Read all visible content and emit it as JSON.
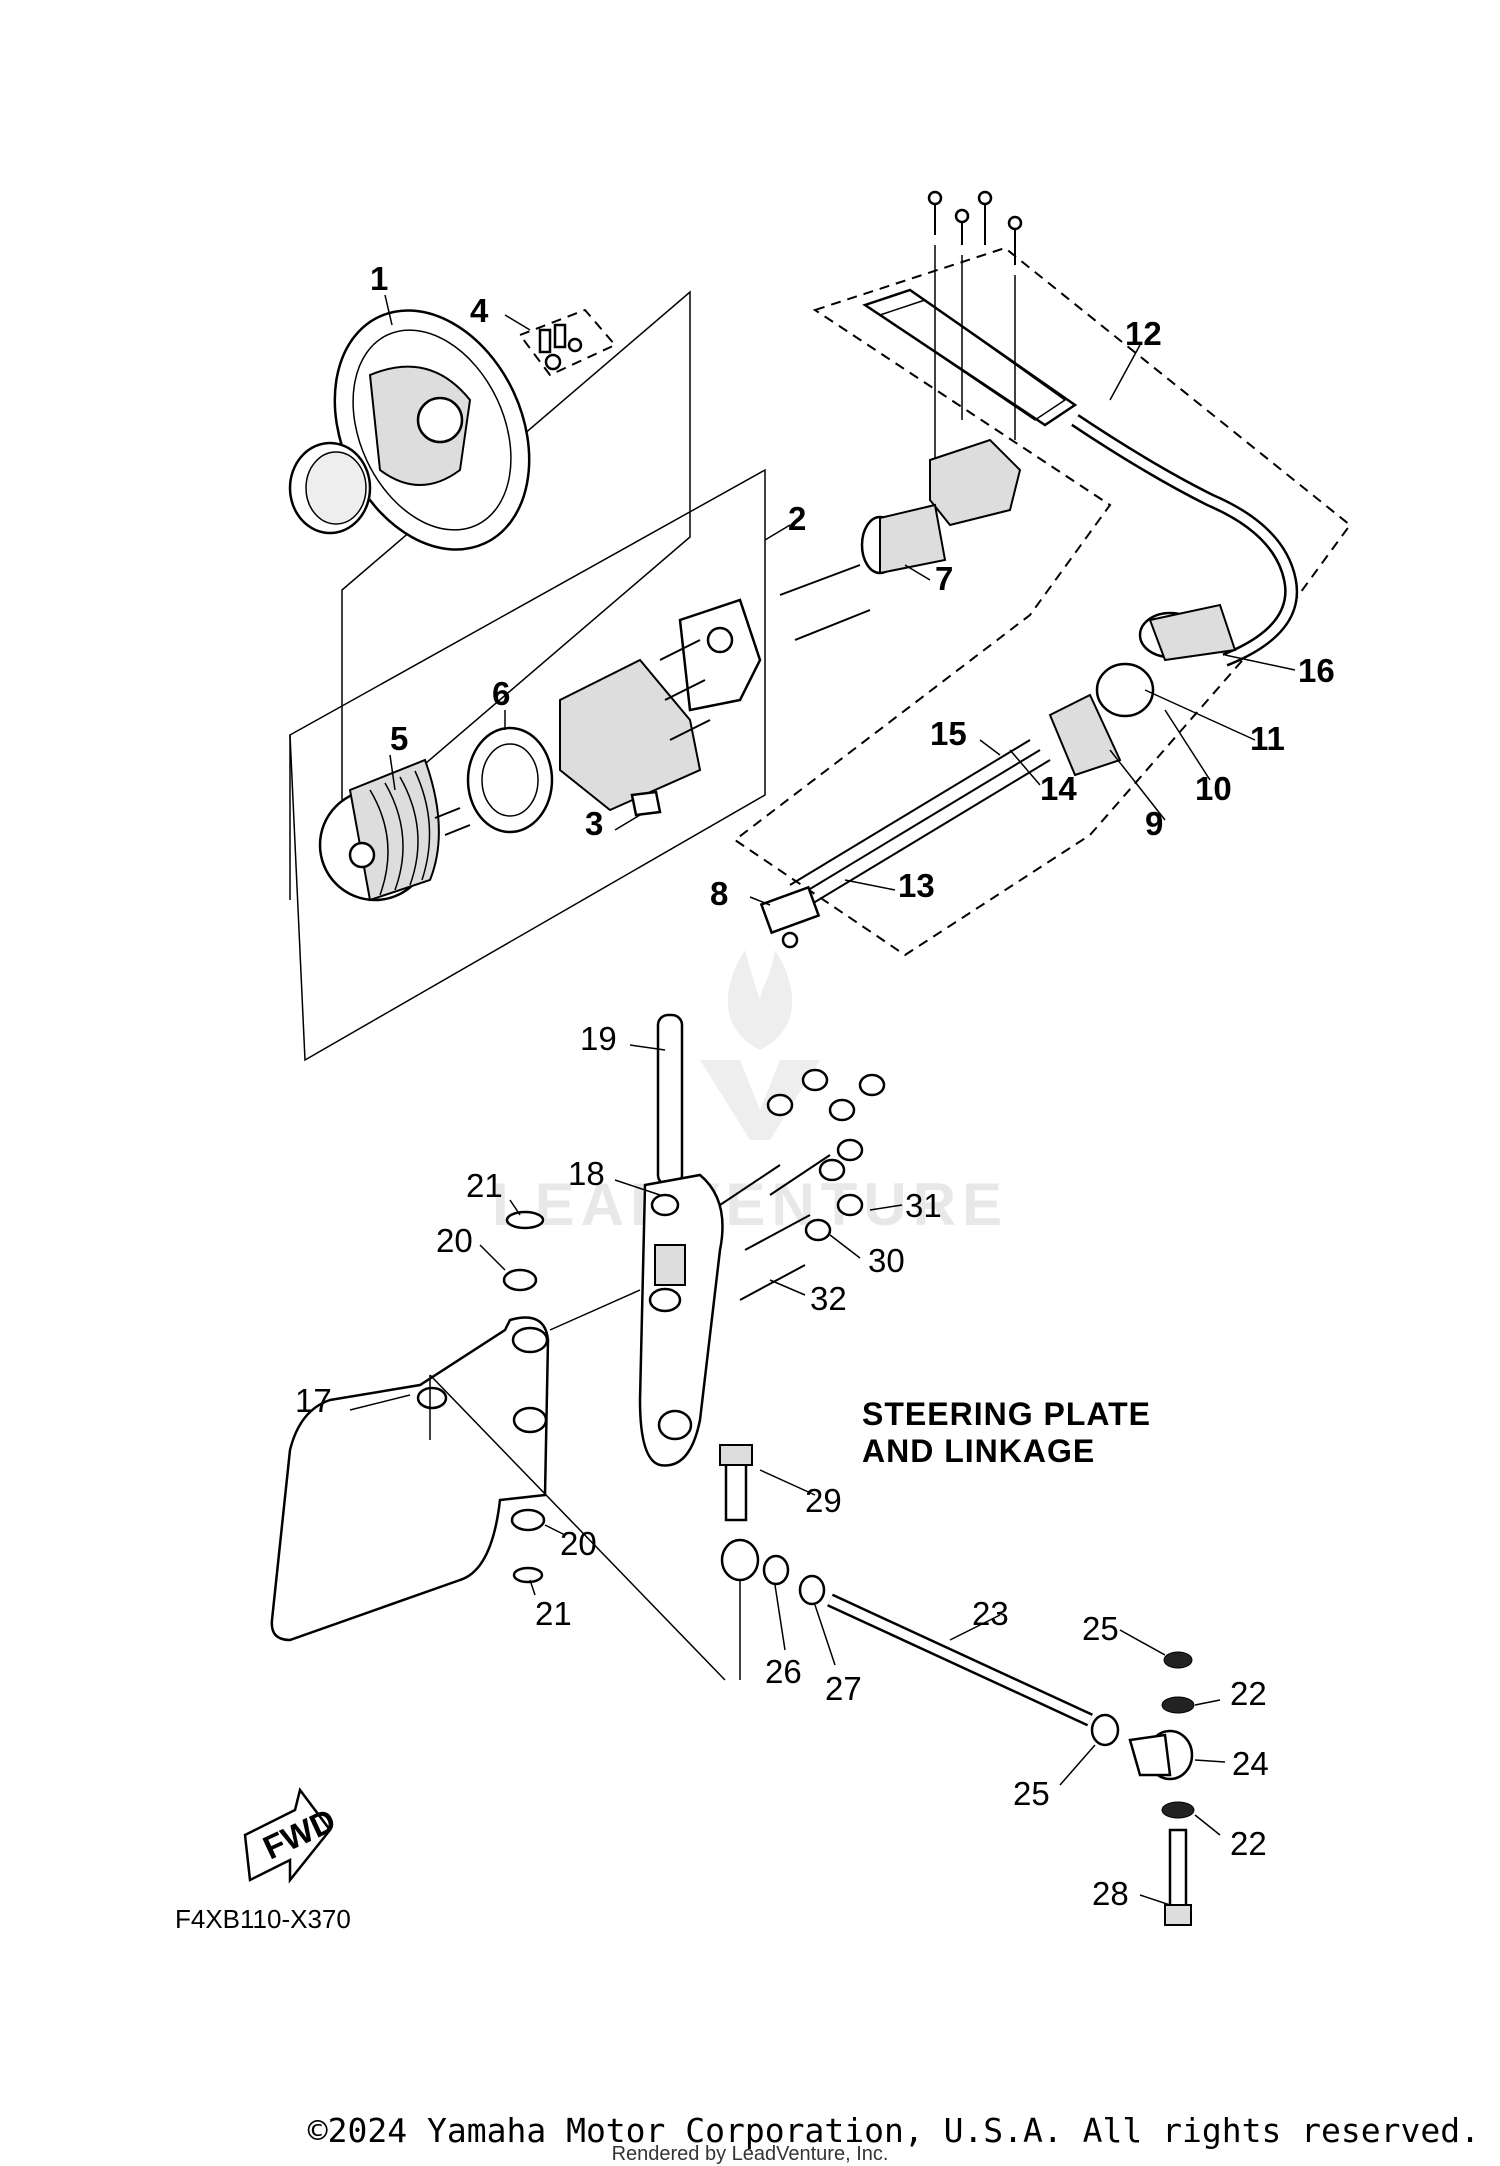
{
  "diagram": {
    "section_title_line1": "STEERING PLATE",
    "section_title_line2": "AND LINKAGE",
    "diagram_code": "F4XB110-X370",
    "fwd_label": "FWD",
    "copyright": "©2024 Yamaha Motor Corporation, U.S.A. All rights reserved.",
    "rendered_by": "Rendered by LeadVenture, Inc.",
    "watermark_text": "LEADVENTURE",
    "callouts": {
      "c1": "1",
      "c2": "2",
      "c3": "3",
      "c4": "4",
      "c5": "5",
      "c6": "6",
      "c7": "7",
      "c8": "8",
      "c9": "9",
      "c10": "10",
      "c11": "11",
      "c12": "12",
      "c13": "13",
      "c14": "14",
      "c15": "15",
      "c16": "16",
      "c17": "17",
      "c18": "18",
      "c19": "19",
      "c20a": "20",
      "c20b": "20",
      "c21a": "21",
      "c21b": "21",
      "c22a": "22",
      "c22b": "22",
      "c23": "23",
      "c24": "24",
      "c25a": "25",
      "c25b": "25",
      "c26": "26",
      "c27": "27",
      "c28": "28",
      "c29": "29",
      "c30": "30",
      "c31": "31",
      "c32": "32"
    }
  }
}
